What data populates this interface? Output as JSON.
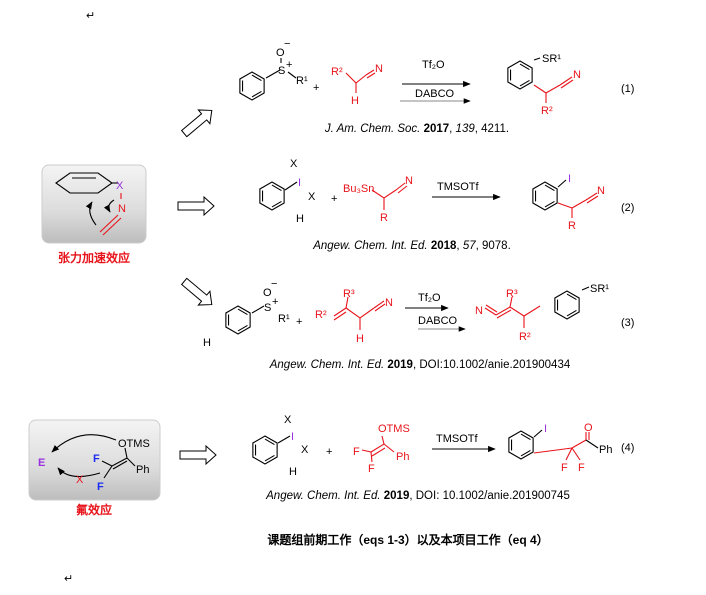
{
  "para_marks": [
    "↵",
    "↵"
  ],
  "box1": {
    "label": "张力加速效应",
    "atoms": {
      "x": "X",
      "n": "N"
    }
  },
  "box2": {
    "label": "氟效应",
    "atoms": {
      "e": "E",
      "otms": "OTMS",
      "f1": "F",
      "f2": "F",
      "ph": "Ph",
      "blocked": "X"
    }
  },
  "eq1": {
    "reactant1": {
      "o": "O",
      "charge_o": "−",
      "s": "S",
      "charge_s": "+",
      "r": "R¹"
    },
    "plus": "+",
    "reactant2": {
      "r": "R²",
      "n": "N",
      "h": "H"
    },
    "reagent_top": "Tf₂O",
    "reagent_bottom": "DABCO",
    "product": {
      "sr": "SR¹",
      "n": "N",
      "r": "R²"
    },
    "number": "(1)",
    "citation": {
      "journal": "J. Am. Chem. Soc.",
      "year": "2017",
      "volume": "139",
      "page": ", 4211."
    }
  },
  "eq2": {
    "reactant1": {
      "x1": "X",
      "i": "I",
      "x2": "X",
      "h": "H"
    },
    "plus": "+",
    "reactant2": {
      "sn": "Bu₃Sn",
      "n": "N",
      "r": "R"
    },
    "reagent_top": "TMSOTf",
    "product": {
      "i": "I",
      "n": "N",
      "r": "R"
    },
    "number": "(2)",
    "citation": {
      "journal": "Angew. Chem. Int. Ed.",
      "year": "2018",
      "volume": "57",
      "page": ", 9078."
    }
  },
  "eq3": {
    "reactant1": {
      "o": "O",
      "charge_o": "−",
      "s": "S",
      "charge_s": "+",
      "r": "R¹",
      "h": "H"
    },
    "plus": "+",
    "reactant2": {
      "r2": "R²",
      "r3": "R³",
      "n": "N",
      "h": "H"
    },
    "reagent_top": "Tf₂O",
    "reagent_bottom": "DABCO",
    "product": {
      "n": "N",
      "r3": "R³",
      "sr": "SR¹",
      "r2": "R²"
    },
    "number": "(3)",
    "citation": {
      "journal": "Angew. Chem. Int. Ed.",
      "year": "2019",
      "rest": ", DOI:10.1002/anie.201900434"
    }
  },
  "eq4": {
    "reactant1": {
      "x1": "X",
      "i": "I",
      "x2": "X",
      "h": "H"
    },
    "plus": "+",
    "reactant2": {
      "otms": "OTMS",
      "f1": "F",
      "f2": "F",
      "ph": "Ph"
    },
    "reagent_top": "TMSOTf",
    "product": {
      "i": "I",
      "o": "O",
      "f1": "F",
      "f2": "F",
      "ph": "Ph"
    },
    "number": "(4)",
    "citation": {
      "journal": "Angew. Chem. Int. Ed.",
      "year": "2019",
      "rest": ",  DOI: 10.1002/anie.201900745"
    }
  },
  "caption": "课题组前期工作（eqs 1-3）以及本项目工作（eq 4）",
  "colors": {
    "accent_red": "#e8141b",
    "fluorine_blue": "#1a2cf0",
    "electrophile_purple": "#9a32e0"
  }
}
